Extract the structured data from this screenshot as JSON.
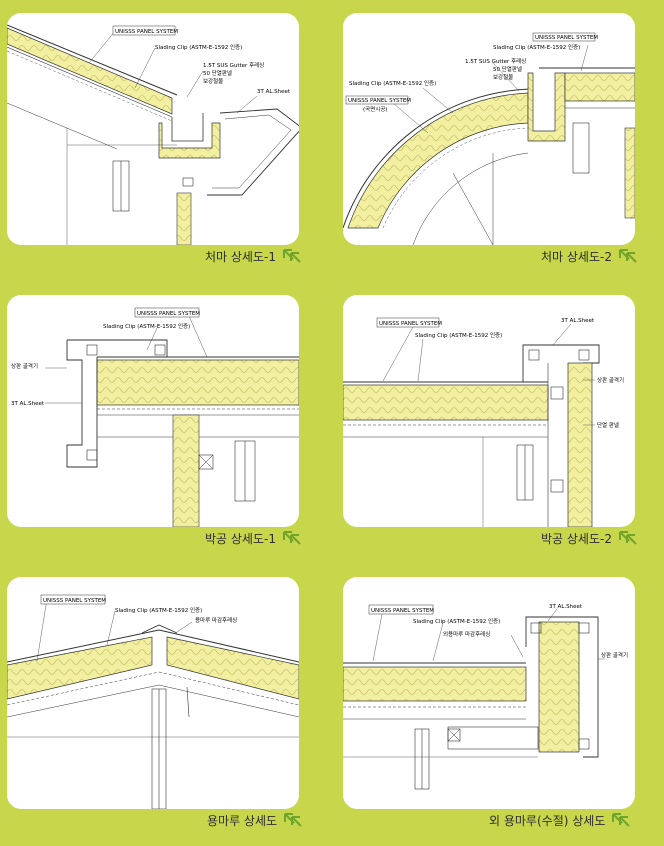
{
  "panels": [
    {
      "caption": "처마 상세도-1",
      "labels": [
        "UNISSS PANEL SYSTEM",
        "Slading Clip (ASTM-E-1592 인증)",
        "1.5T SUS Gutter 후레싱",
        "50 단열판넬",
        "보강철물",
        "3T AL.Sheet"
      ]
    },
    {
      "caption": "처마 상세도-2",
      "labels": [
        "UNISSS PANEL SYSTEM",
        "Slading Clip (ASTM-E-1592 인증)",
        "1.5T SUS Gutter 후레싱",
        "50 단열판넬",
        "보강철물",
        "Slading Clip (ASTM-E-1592 인증)",
        "UNISSS PANEL SYSTEM",
        "(곡면시공)"
      ]
    },
    {
      "caption": "박공 상세도-1",
      "labels": [
        "UNISSS PANEL SYSTEM",
        "Slading Clip (ASTM-E-1592 인증)",
        "상판 골격기",
        "3T AL.Sheet"
      ]
    },
    {
      "caption": "박공 상세도-2",
      "labels": [
        "UNISSS PANEL SYSTEM",
        "Slading Clip (ASTM-E-1592 인증)",
        "3T AL.Sheet",
        "상판 골격기",
        "단열 판넬"
      ]
    },
    {
      "caption": "용마루 상세도",
      "labels": [
        "UNISSS PANEL SYSTEM",
        "Slading Clip (ASTM-E-1592 인증)",
        "용마루 마감후레싱"
      ]
    },
    {
      "caption": "외 용마루(수절) 상세도",
      "labels": [
        "UNISSS PANEL SYSTEM",
        "Slading Clip (ASTM-E-1592 인증)",
        "외용마루 마감후레싱",
        "3T AL.Sheet",
        "상판 골격기"
      ]
    }
  ],
  "colors": {
    "background": "#c7d64a",
    "insulation": "#f2f0a0",
    "arrow": "#6fa52c",
    "line": "#333333"
  },
  "icons": {
    "caption_marker": "arrow-up-left-icon"
  }
}
